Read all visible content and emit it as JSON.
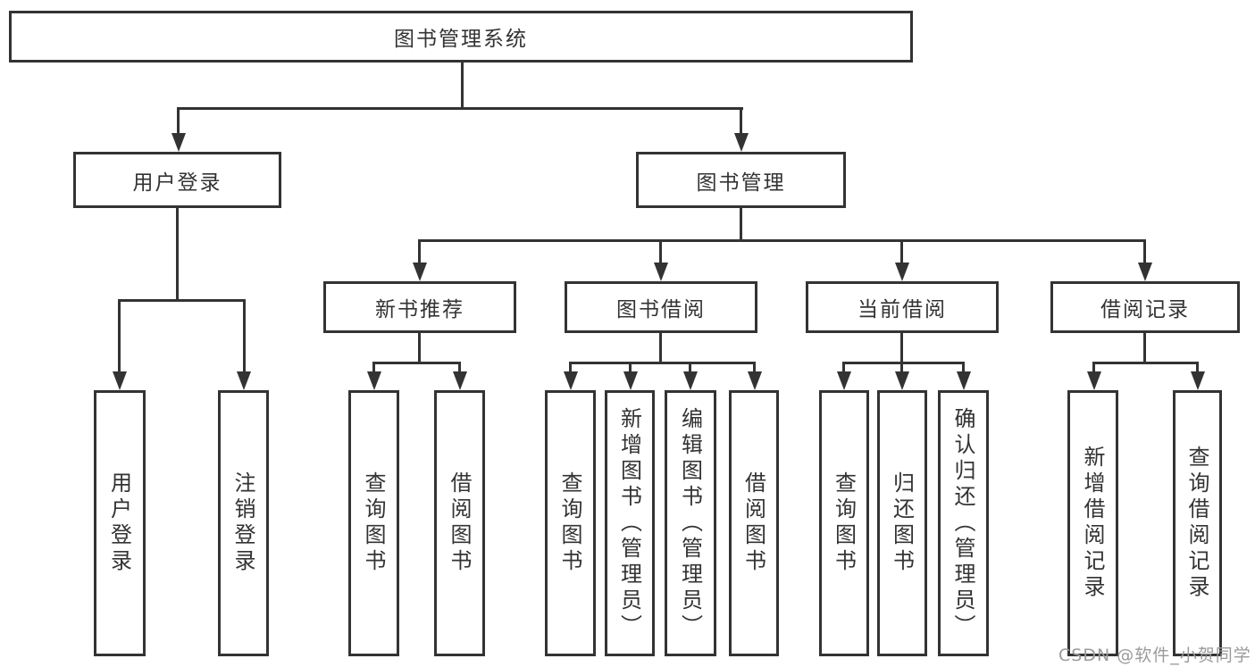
{
  "tree": {
    "label": "图书管理系统",
    "children": [
      {
        "label": "用户登录",
        "children": [
          {
            "label": "用户登录"
          },
          {
            "label": "注销登录"
          }
        ]
      },
      {
        "label": "图书管理",
        "children": [
          {
            "label": "新书推荐",
            "children": [
              {
                "label": "查询图书"
              },
              {
                "label": "借阅图书"
              }
            ]
          },
          {
            "label": "图书借阅",
            "children": [
              {
                "label": "查询图书"
              },
              {
                "label": "新增图书（管理员）"
              },
              {
                "label": "编辑图书（管理员）"
              },
              {
                "label": "借阅图书"
              }
            ]
          },
          {
            "label": "当前借阅",
            "children": [
              {
                "label": "查询图书"
              },
              {
                "label": "归还图书"
              },
              {
                "label": "确认归还（管理员）"
              }
            ]
          },
          {
            "label": "借阅记录",
            "children": [
              {
                "label": "新增借阅记录"
              },
              {
                "label": "查询借阅记录"
              }
            ]
          }
        ]
      }
    ]
  },
  "watermark": {
    "text": "CSDN @软件_小贺同学",
    "color": "#9b9b9b"
  },
  "colors": {
    "line": "#333333",
    "box_border": "#333333",
    "text": "#333333",
    "background": "#ffffff",
    "watermark": "#9b9b9b"
  }
}
